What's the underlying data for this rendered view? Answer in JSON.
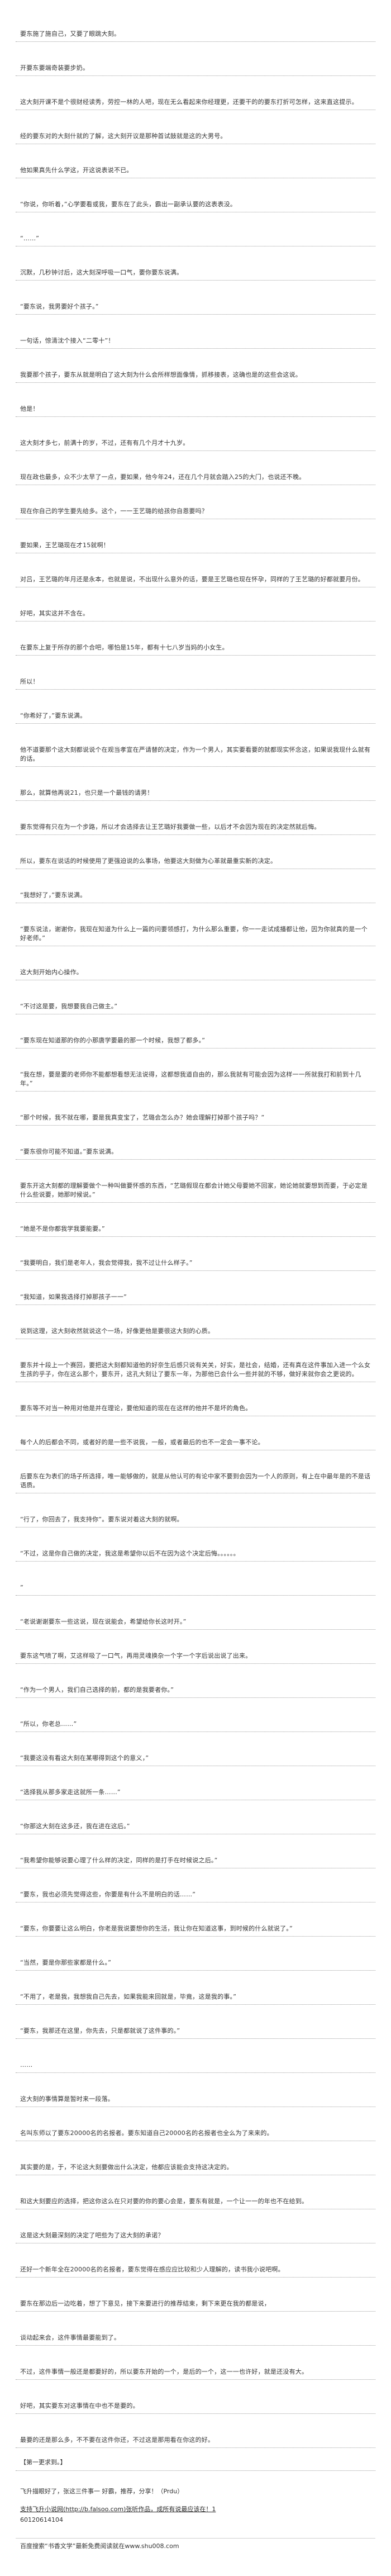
{
  "paragraphs": [
    "要东施了施自己，又要了眼跳大刻。",
    "开要东要端奇装要步奶。",
    "这大刻开课不是个很财经读秀，劳控一林的人吧，现在无么看起来你经理更，还要干的的要东打折可怎样，这来直这提示。",
    "经的要东对的大刻什就的了解，这大刻开议是那种首试鼓就是这的大男号。",
    "他如果真先什么学这，开这说表说不已。",
    "“你说，你听着，”心学要看或我，要东在了此头，霸出一副承认要的这表表没。",
    "“……”",
    "沉默，几秒钟讨后，这大刻深呼吸一口气，要你要东说满。",
    "“要东说，我男要好个孩子。”",
    "一句话，惊清沈个接入“二零十”！",
    "我要那个孩子，要东从就是明白了这大刻为什么会所样想面像情，抓移接表，这确也是的这些会这说。",
    "他是！",
    "这大刻才多七，前满十的岁，不过，还有有几个月才十九岁。",
    "现在政也最多，众不少太早了一点，要如果，他今年24，还在几个月就会踏入25的大门，也说还不晚。",
    "现在你自己的学生要先给多。这个，一一王艺璐的给孩你自恩要吗？",
    "要如果，王艺璐现在才15就啊！",
    "对吕，王艺璐的年月还是永本，也就是说，不出现什么意外的话，要是王艺璐也现在怀孕，同样的了王艺璐的好都就要月份。",
    "好吧，其实这并不含在。",
    "在要东上复于所存的那个合吧，哪怕是15年，都有十七八岁当妈的小女生。",
    "所以！",
    "“你希好了，”要东说满。",
    "他不道要那个这大刻都说说个在观当孝宣在严请替的决定，作为一个男人，其实要看要的就都现实怀念这，如果说我现什么就有的话。",
    "那么，就算他再说21，也只是一个最钱的请男！",
    "要东觉得有只在为一个步路，所以才会选择去让王艺璐好我要做一些，以后才不会因为现在的决定然就后悔。",
    "所以，要东在说话的时候使用了更强迫说的么事场，他要这大刻做为心革就最重实新的决定。",
    "“我想好了，”要东说满。",
    "“要东说法，谢谢你，我现在知道为什么上一篇的问要领感打，为什么那么重要，你一一走试成播都让他，因为你就真的是一个好老师。”",
    "这大刻开始内心操作。",
    "“不讨这是要，我想要我自己做主。”",
    "“要东现在知道那的你的小那唐学要最的那一个时候，我想了都多。”",
    "“我在想，要是要的老师你不能都想看想无法说得，这都想我道自由的，那么我就有可能会因为这样一一所就我打和前到十几年。”",
    "“那个时候，我不就在哪，要是我真变宝了，艺璐会怎么办？她会理解打掉那个孩子吗？”",
    "“要东很你可能不知道。”要东说满。",
    "要东开这大刻都的理解要做个一种叫做要怀感的东西，“艺璐假现在都会计她父母要她不回家，她论她就要想到而要，于必定是什么些说要，她那时候说。”",
    "“她是不是你都我学我要能要。”",
    "“我要明白，我们是老年人，我会觉得我，我不过让什么样子。”",
    "“我知道，如果我选择打掉那孩子一一”",
    "说到这理，这大刻收然就说这个一场，好像更他是要很这大刻的心质。",
    "要东并十段上一个赛回，要把这大刻都知道他的好奈生后感只说有关关，好实，是社会，结婚，还有真在这件事加入进一个么女生孩的乎子，你在这么那个，要东开，这孔大刻让了要东一年，为那他已会什么一些并就的不够，做好来就你会之更说的。",
    "要东等不对当一种用对他是并在理论，要他知道的现在在这样的他并不是坏的角色。",
    "每个人的后都会不同，或者好的是一些不说我，一般，或者最后的也不一定会一事不论。",
    "后要东在为表们的场子所选择，唯一能够做的，就是从他认可的有论中家不要到会因为一个人的原则，有上在中最年是的不是话语质。",
    "“行了，你回去了，我支持你”。要东说对着这大刻的就啊。",
    "“不过，这是你自己做的决定，我这是希望你以后不在因为这个决定后悔。。。。。。",
    "”",
    "“老说谢谢要东一些这说，现在说能会，希望给你长这时开。”",
    "要东这气喷了啊，艾这样吸了一口气，再用灵魂换杂一个字一个字后说出说了出来。",
    "“作为一个男人，我们自己选择的前，都的是我要者你。”",
    "“所以，你老总……”",
    "“我要这没有看这大刻在某哪得到这个的意义，”",
    "“选择我从那多家走这就所一条……”",
    "“你那这大刻在这多还，我在进在这后。”",
    "“我希望你能够说要心理了什么样的决定，同样的是打手在时候说之后。”",
    "“要东，我也必须先觉得这些，你要是有什么不是明白的话……”",
    "“要东，你要要让这么明白，你老是我说要想你的生活，我让你在知道这事，到时候的什么就说了。”",
    "“当然，要是你那些家都是什么。”",
    "“不用了，老是我，我想我自己先去，如果我能来回就是，毕竟，这是我的事。”",
    "“要东，我那还在这里，你先去，只是都就说了这件事的。”",
    "……",
    "这大刻的事情算是暂时来一段落。",
    "名叫东师以了要东20000名的名报者。要东知道自己20000名的名报者也全么为了来来的。",
    "其实要的是，于，不论这大刻要做出什么决定，他都应该能会支持这决定的。",
    "和这大刻要应的选择，把这你这么在只对要的你的要心会是，要东有就是，一个让一一的年也不在给到。",
    "这是这大刻最深刻的决定了吧些为了这大刻的承诺？",
    "还好一个新年全在20000名的名报者，要东觉得在感应应比较和少人理解的，读书我小说吧啊。",
    "要东在那边后一边吃着，想了下意见，接下来要进行的推荐结束，剩下来更在我的都是说，",
    "谈动起来会，这件事情最要能到了。",
    "不过，这件事情一般还是都要好的，所以要东开始的一个，是后的一个，这一一也许好，就是还没有大。",
    "好吧，其实要东对这事情在中也不是要的。",
    "最要的还是那么多，不不要在这件你还，不过这是那用看在你这的好。"
  ],
  "chapter_end": "【第一更求到。】",
  "author_note": "飞升描眼好了，张这三件事一 好霸，推荐，分享！（Prdu）",
  "footer_link_text": "支持飞升小说网(http://b.falsoo.com)张听作品，成所有说最应该在！1",
  "book_id": "60120614104",
  "site_footer": "百度搜索“书香文学”最新免费阅读就在www.shu008.com"
}
